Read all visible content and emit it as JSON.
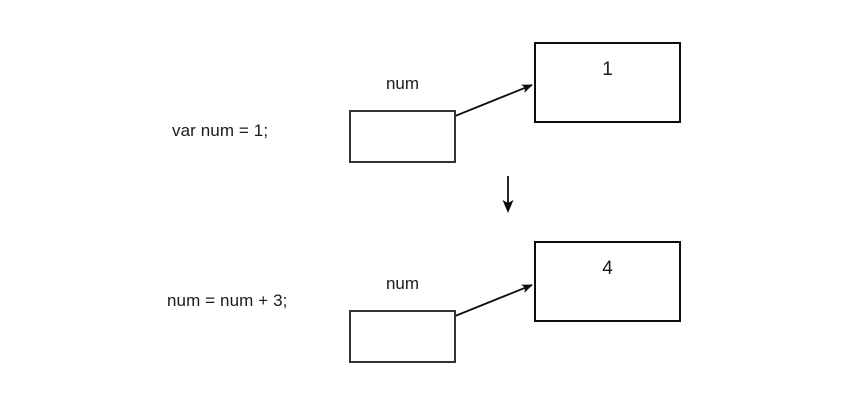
{
  "diagram": {
    "title": "variable-reassignment-diagram",
    "background_color": "#ffffff",
    "line_color": "#0d0d0d",
    "box_border_color": "#333333",
    "text_color": "#1a1a1a",
    "rows": [
      {
        "id": "initial-assignment",
        "code_label": "var num = 1;",
        "variable_label": "num",
        "value": "1"
      },
      {
        "id": "reassignment",
        "code_label": "num = num + 3;",
        "variable_label": "num",
        "value": "4"
      }
    ],
    "transition_arrow": {
      "name": "downward-transition-arrow",
      "direction": "down"
    },
    "pointer_arrows": [
      {
        "name": "pointer-arrow-top",
        "from": "variable-box-top",
        "to": "value-box-top"
      },
      {
        "name": "pointer-arrow-bottom",
        "from": "variable-box-bottom",
        "to": "value-box-bottom"
      }
    ]
  }
}
